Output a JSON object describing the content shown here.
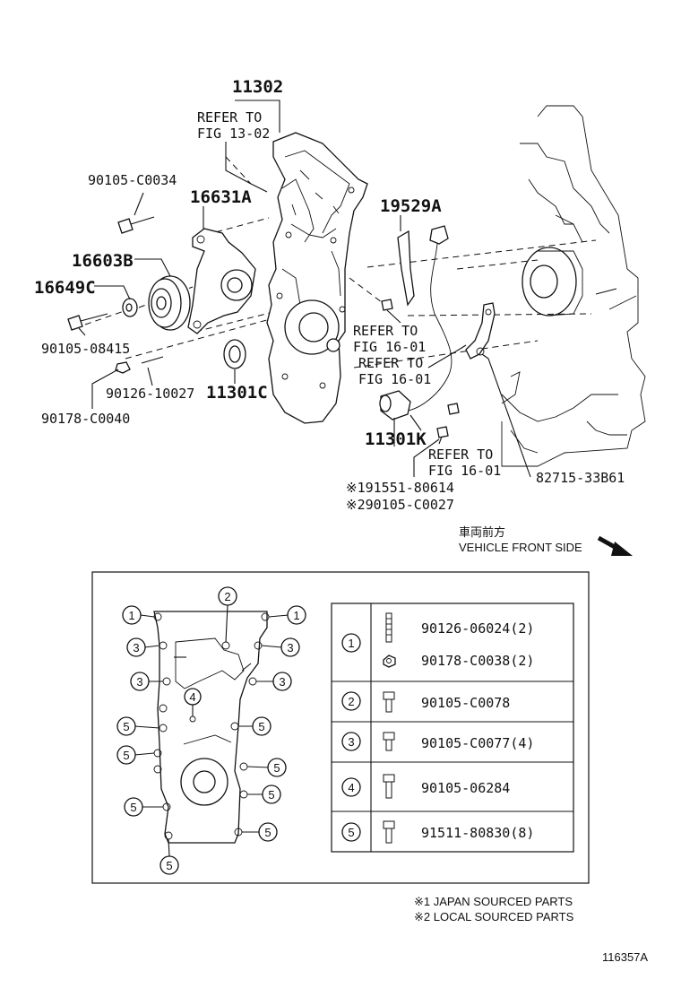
{
  "callouts": {
    "p11302": "11302",
    "refer_fig_13_02_line1": "REFER TO",
    "refer_fig_13_02_line2": "FIG 13-02",
    "p90105_c0034": "90105-C0034",
    "p16631a": "16631A",
    "p16603b": "16603B",
    "p16649c": "16649C",
    "p90105_08415": "90105-08415",
    "p90126_10027": "90126-10027",
    "p90178_c0040": "90178-C0040",
    "p11301c": "11301C",
    "p19529a": "19529A",
    "refer_a_line1": "REFER TO",
    "refer_a_line2": "FIG 16-01",
    "refer_b_line1": "REFER TO",
    "refer_b_line2": "FIG 16-01",
    "p11301k": "11301K",
    "refer_c_line1": "REFER TO",
    "refer_c_line2": "FIG 16-01",
    "p82715_33b61": "82715-33B61",
    "note_91551": "※191551-80614",
    "note_90105": "※290105-C0027"
  },
  "direction": {
    "japanese": "車両前方",
    "english": "VEHICLE FRONT SIDE"
  },
  "bolt_table": {
    "rows": [
      {
        "id": "1",
        "parts": [
          "90126-06024(2)",
          "90178-C0038(2)"
        ]
      },
      {
        "id": "2",
        "parts": [
          "90105-C0078"
        ]
      },
      {
        "id": "3",
        "parts": [
          "90105-C0077(4)"
        ]
      },
      {
        "id": "4",
        "parts": [
          "90105-06284"
        ]
      },
      {
        "id": "5",
        "parts": [
          "91511-80830(8)"
        ]
      }
    ]
  },
  "cover_callouts": [
    "1",
    "1",
    "2",
    "3",
    "3",
    "3",
    "3",
    "4",
    "5",
    "5",
    "5",
    "5",
    "5",
    "5",
    "5",
    "5"
  ],
  "footnotes": {
    "note1": "※1 JAPAN SOURCED PARTS",
    "note2": "※2 LOCAL SOURCED PARTS"
  },
  "figure_id": "116357A"
}
